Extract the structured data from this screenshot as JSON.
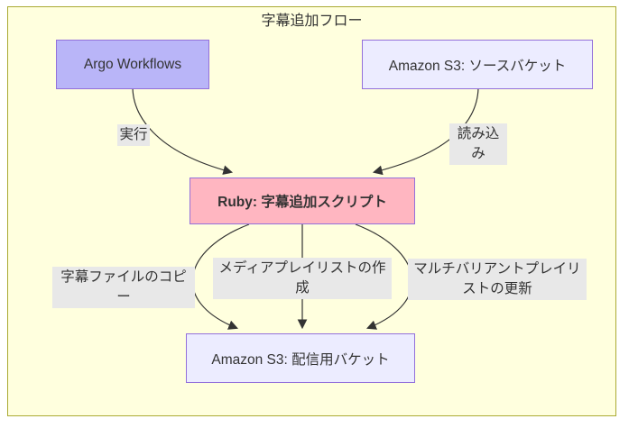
{
  "diagram": {
    "title": "字幕追加フロー",
    "nodes": {
      "argo": {
        "label": "Argo Workflows"
      },
      "s3_source": {
        "label": "Amazon S3: ソースバケット"
      },
      "ruby": {
        "label": "Ruby: 字幕追加スクリプト"
      },
      "s3_dist": {
        "label": "Amazon S3: 配信用バケット"
      }
    },
    "edges": {
      "run": {
        "label": "実行",
        "from": "argo",
        "to": "ruby"
      },
      "read": {
        "label": "読み込み",
        "from": "s3_source",
        "to": "ruby"
      },
      "copy": {
        "label": "字幕ファイルのコピー",
        "from": "ruby",
        "to": "s3_dist"
      },
      "media_playlist": {
        "label": "メディアプレイリストの作成",
        "from": "ruby",
        "to": "s3_dist"
      },
      "multivariant": {
        "label": "マルチバリアントプレイリストの更新",
        "from": "ruby",
        "to": "s3_dist"
      }
    },
    "colors": {
      "cluster_fill": "#ffffde",
      "cluster_border": "#aaaa33",
      "node_fill": "#ececff",
      "node_border": "#9370db",
      "argo_fill": "#b9b5f8",
      "ruby_fill": "#ffb6c1",
      "edge_label_bg": "#e8e8e8",
      "line": "#333333",
      "text": "#333333"
    }
  }
}
